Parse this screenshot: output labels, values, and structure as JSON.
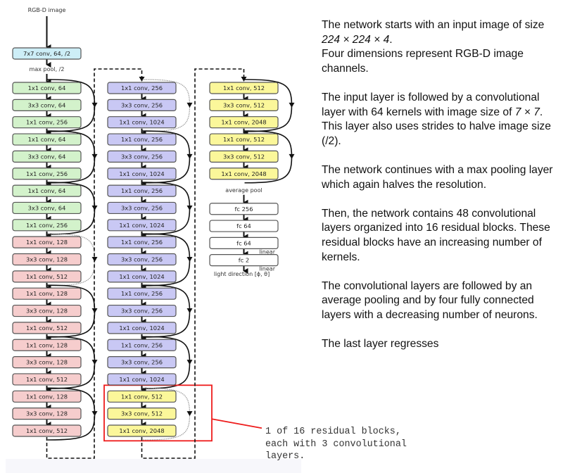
{
  "diagram": {
    "input_label": "RGB-D image",
    "stem_conv": "7x7 conv, 64, /2",
    "max_pool": "max pool, /2",
    "average_pool": "average pool",
    "output_label": "light direction [ϕ, θ]",
    "linear_label": "linear",
    "colors": {
      "stem": "#cdeef7",
      "stage1": "#d3f2cb",
      "stage2": "#f6cdcd",
      "stage3": "#c9c8f4",
      "stage4": "#fbf79a",
      "fc": "#ffffff",
      "highlight": "#ee1c1c"
    },
    "stages": [
      {
        "name": "stage1",
        "blocks": 3,
        "layers": [
          "1x1 conv, 64",
          "3x3 conv, 64",
          "1x1 conv, 256"
        ]
      },
      {
        "name": "stage2",
        "blocks": 4,
        "layers": [
          "1x1 conv, 128",
          "3x3 conv, 128",
          "1x1 conv, 512"
        ]
      },
      {
        "name": "stage3",
        "blocks": 6,
        "layers": [
          "1x1 conv, 256",
          "3x3 conv, 256",
          "1x1 conv, 1024"
        ]
      },
      {
        "name": "stage4",
        "blocks": 3,
        "layers": [
          "1x1 conv, 512",
          "3x3 conv, 512",
          "1x1 conv, 2048"
        ]
      }
    ],
    "fc_layers": [
      "fc 256",
      "fc 64",
      "fc 64",
      "fc 2"
    ]
  },
  "callout": {
    "lines": [
      "1 of 16 residual blocks,",
      "each with 3 convolutional",
      "layers."
    ]
  },
  "explanation": {
    "p1_a": "The network starts with an input image of size ",
    "p1_dims": "224 × 224 × 4",
    "p1_b": ".",
    "p1_c": "Four dimensions represent RGB-D image channels.",
    "p2_a": "The input layer is followed by a convolutional layer with 64 kernels with image size of ",
    "p2_dims": "7 × 7",
    "p2_b": ".",
    "p2_c": "This layer also uses strides to halve image size (/2).",
    "p3": "The network continues with a max pooling layer which again halves the resolution.",
    "p4": "Then, the network contains 48 convolutional layers organized into 16 residual blocks. These residual blocks have an increasing number of kernels.",
    "p5": "The convolutional layers are followed by an average pooling and by four fully connected layers with a decreasing number of neurons.",
    "p6": "The last layer regresses"
  }
}
